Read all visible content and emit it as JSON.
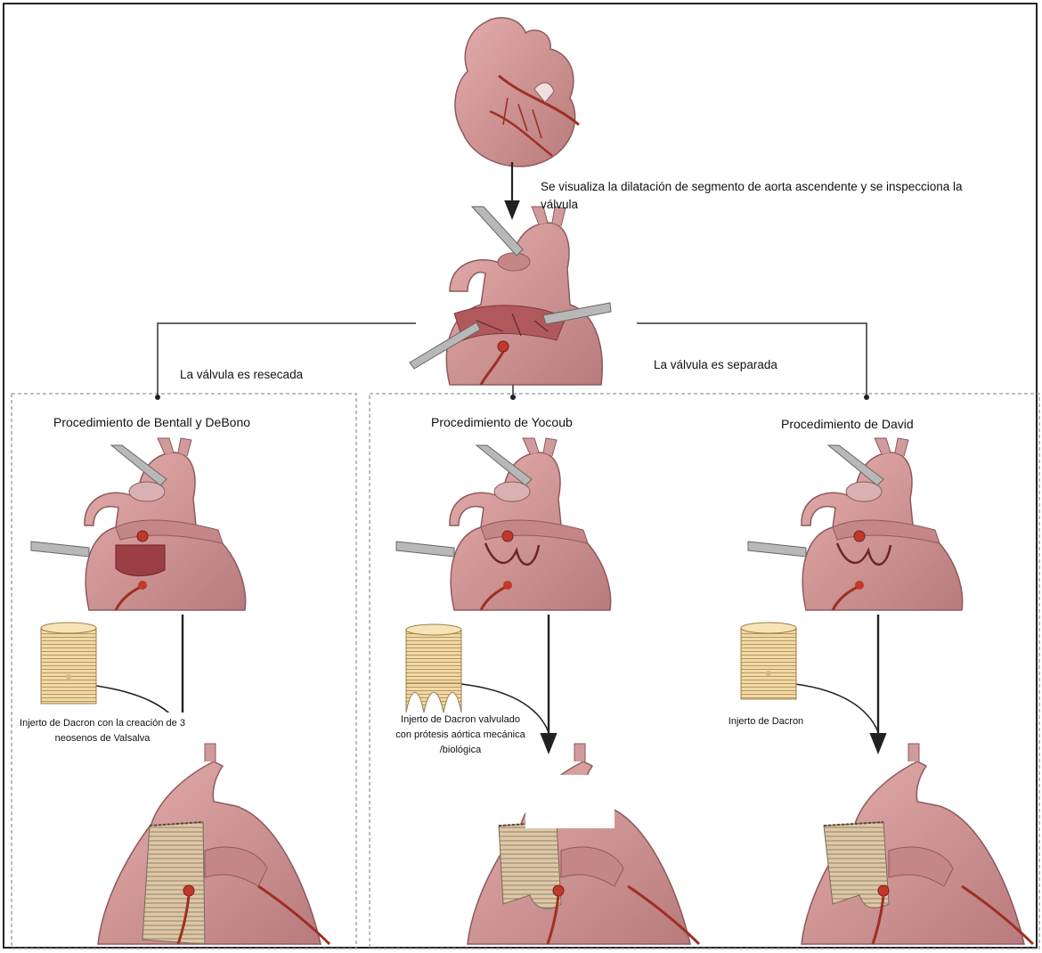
{
  "colors": {
    "heart": "#c98a8c",
    "heart_dark": "#a9686b",
    "vessel": "#9e2f25",
    "graft": "#e7cf99",
    "graft_line": "#b08b4f",
    "frame": "#222222",
    "dashed": "#9a9a9a"
  },
  "step_top": {
    "description": "Se visualiza la dilatación de segmento de aorta ascendente y se inspecciona la válvula"
  },
  "branches": {
    "left_label": "La válvula es resecada",
    "right_label": "La válvula es separada"
  },
  "procedures": [
    {
      "title": "Procedimiento de Bentall y DeBono",
      "graft_caption": "Injerto de Dacron con la creación de 3 neosenos de Valsalva",
      "graft_icon": "dacron-graft-icon"
    },
    {
      "title": "Procedimiento de Yocoub",
      "graft_caption": "Injerto de Dacron valvulado con prótesis aórtica mecánica /biológica",
      "graft_icon": "dacron-graft-scalloped-icon"
    },
    {
      "title": "Procedimiento de David",
      "graft_caption": "Injerto de Dacron",
      "graft_icon": "dacron-graft-icon"
    }
  ],
  "illustrations": [
    "heart-intact-icon",
    "heart-open-aorta-icon",
    "heart-exposed-valve-icon",
    "heart-grafted-aorta-icon"
  ]
}
